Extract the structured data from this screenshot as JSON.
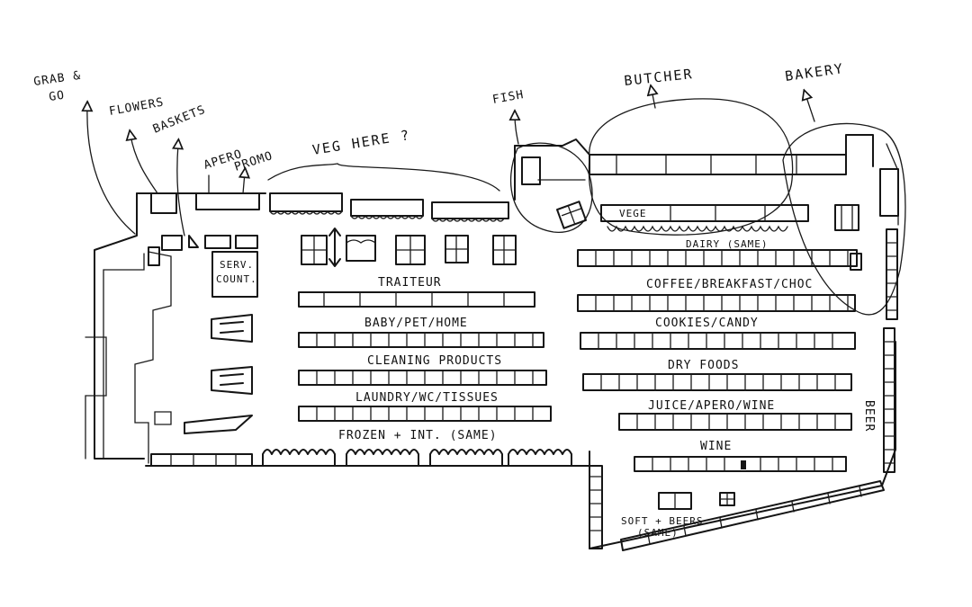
{
  "labels": {
    "grab_go_line1": "GRAB &",
    "grab_go_line2": "GO",
    "flowers": "FLOWERS",
    "baskets": "BASKETS",
    "apero_top": "APERO",
    "promo": "PROMO",
    "veg_here": "VEG HERE ?",
    "fish": "FISH",
    "butcher": "BUTCHER",
    "bakery": "BAKERY",
    "serv_counter_line1": "SERV.",
    "serv_counter_line2": "COUNT.",
    "vege": "VEGE",
    "dairy": "DAIRY (SAME)",
    "traiteur": "TRAITEUR",
    "coffee": "COFFEE/BREAKFAST/CHOC",
    "baby_pet_home": "BABY/PET/HOME",
    "cookies_candy": "COOKIES/CANDY",
    "cleaning": "CLEANING PRODUCTS",
    "dry_foods": "DRY FOODS",
    "laundry": "LAUNDRY/WC/TISSUES",
    "juice_apero_wine": "JUICE/APERO/WINE",
    "frozen": "FROZEN + INT. (SAME)",
    "wine": "WINE",
    "beer": "BEER",
    "soft_beers_line1": "SOFT + BEERS",
    "soft_beers_line2": "(SAME)"
  }
}
